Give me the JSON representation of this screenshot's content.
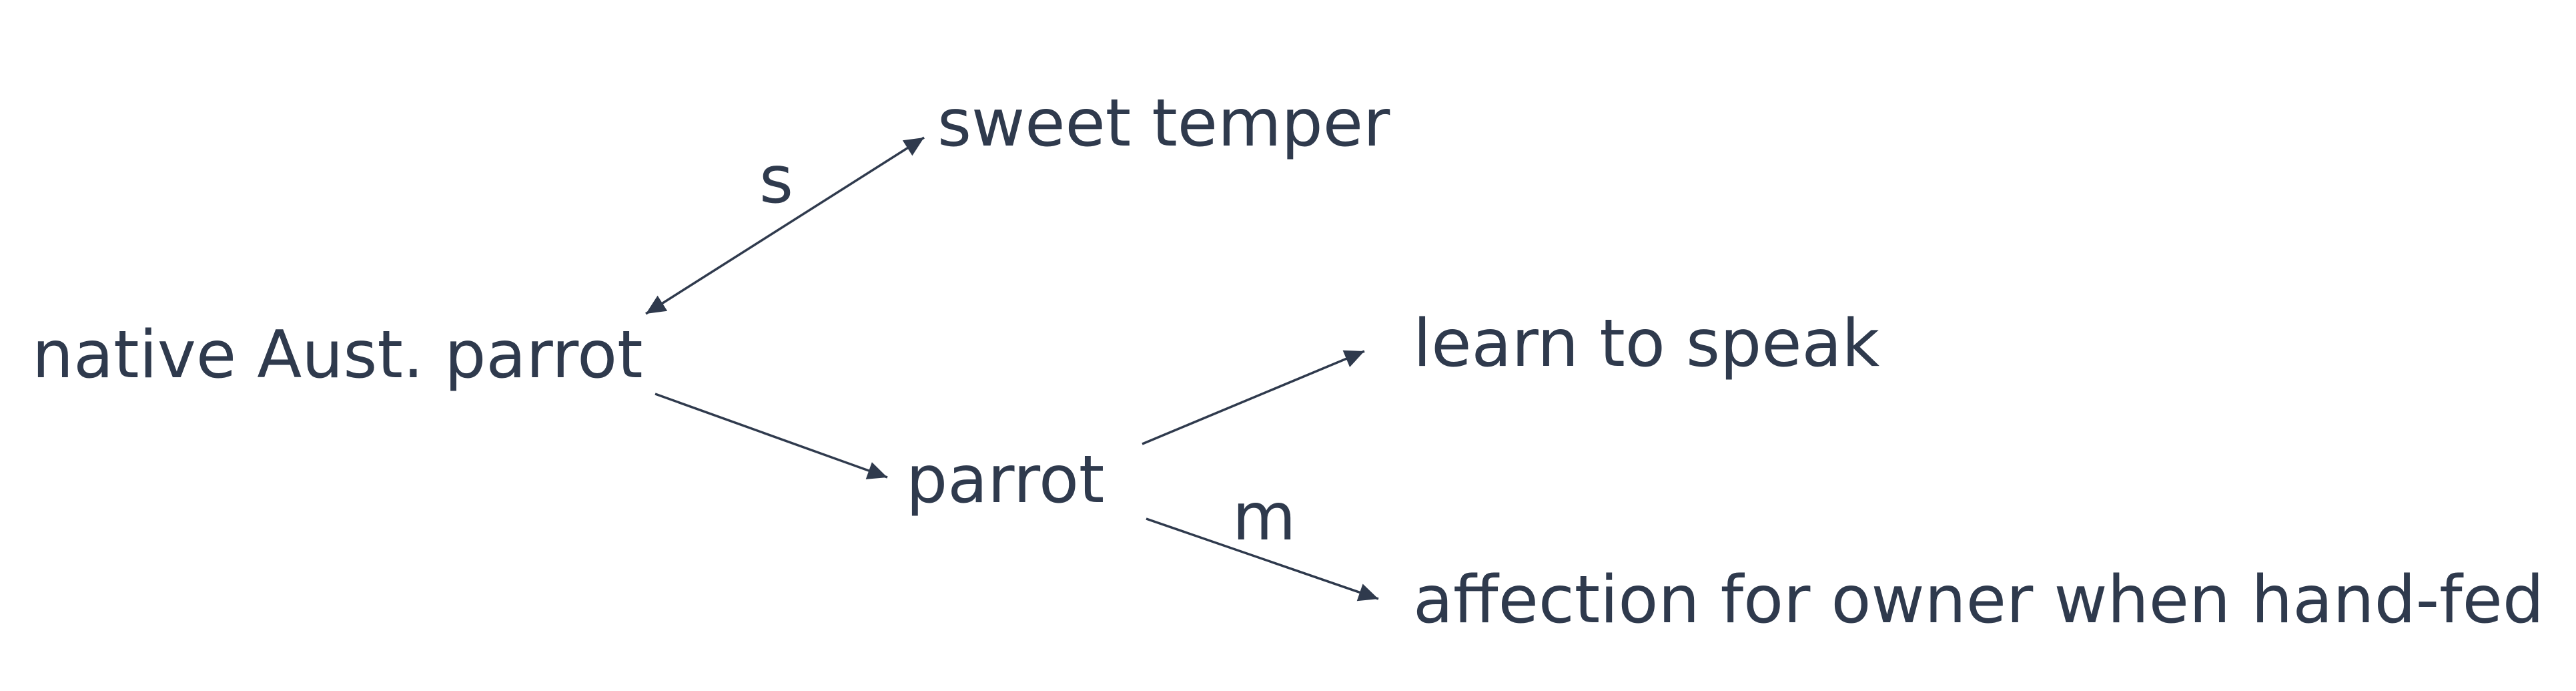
{
  "diagram": {
    "nodes": {
      "native_parrot": "native Aust. parrot",
      "sweet_temper": "sweet temper",
      "parrot": "parrot",
      "learn_to_speak": "learn to speak",
      "affection": "affection for owner when hand-fed"
    },
    "edges": [
      {
        "from": "sweet_temper",
        "to": "native_parrot",
        "label": "s",
        "bidirectional": true
      },
      {
        "from": "native_parrot",
        "to": "parrot",
        "label": ""
      },
      {
        "from": "parrot",
        "to": "learn_to_speak",
        "label": ""
      },
      {
        "from": "parrot",
        "to": "affection",
        "label": "m"
      }
    ],
    "edge_labels": {
      "s": "s",
      "m": "m"
    }
  },
  "colors": {
    "ink": "#2f3a4d",
    "background": "#ffffff"
  }
}
